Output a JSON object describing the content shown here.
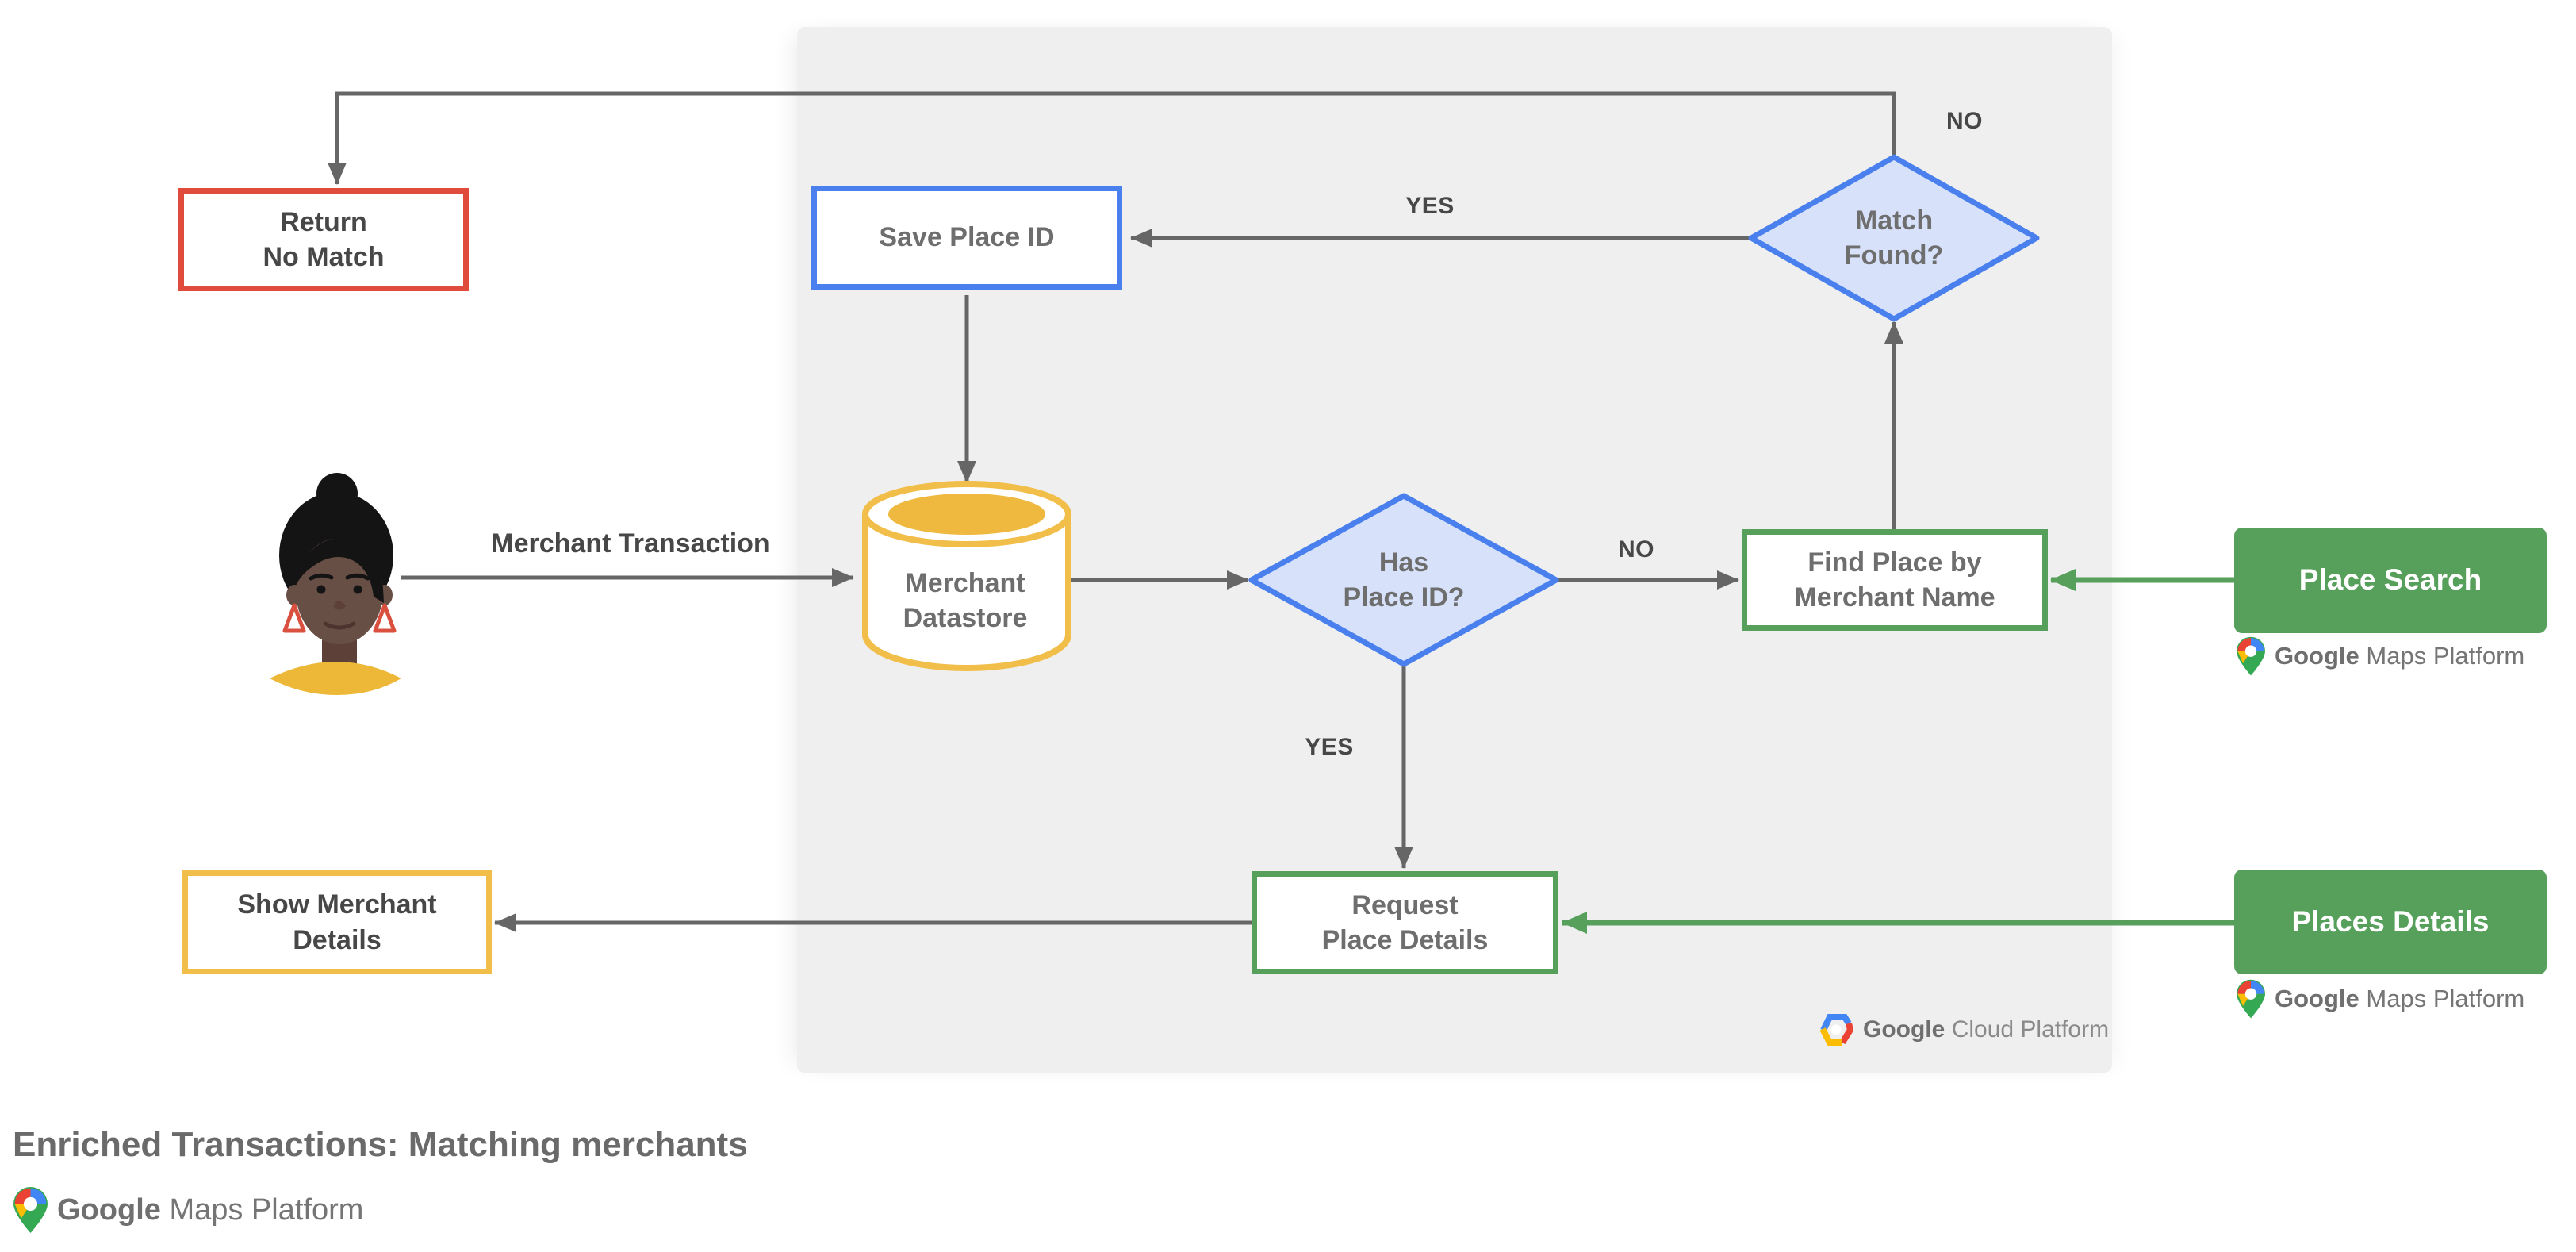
{
  "colors": {
    "red": "#E04B3B",
    "blue": "#4A80ED",
    "blue_fill": "#D7E1FA",
    "yellow": "#F2BE4A",
    "yellow_fill": "#EFB93F",
    "green": "#57A05C",
    "arrow_gray": "#666666",
    "panel_bg": "#EFEFEF",
    "text_dark": "#474747",
    "text_gray": "#6E6E6E"
  },
  "nodes": {
    "return_no_match": {
      "line1": "Return",
      "line2": "No Match"
    },
    "save_place_id": {
      "label": "Save Place ID"
    },
    "match_found": {
      "line1": "Match",
      "line2": "Found?"
    },
    "merchant_datastore": {
      "line1": "Merchant",
      "line2": "Datastore"
    },
    "has_place_id": {
      "line1": "Has",
      "line2": "Place ID?"
    },
    "find_place_by_merchant_name": {
      "line1": "Find Place by",
      "line2": "Merchant Name"
    },
    "place_search": {
      "label": "Place Search"
    },
    "request_place_details": {
      "line1": "Request",
      "line2": "Place Details"
    },
    "places_details": {
      "label": "Places Details"
    },
    "show_merchant_details": {
      "line1": "Show Merchant",
      "line2": "Details"
    }
  },
  "edge_labels": {
    "merchant_transaction": "Merchant Transaction",
    "yes_top": "YES",
    "no_top": "NO",
    "no_mid": "NO",
    "yes_mid": "YES"
  },
  "logos": {
    "google_cloud_platform": {
      "google": "Google",
      "product": "Cloud Platform"
    },
    "google_maps_platform": {
      "google": "Google",
      "product": "Maps Platform"
    }
  },
  "caption": {
    "title": "Enriched Transactions: Matching merchants"
  }
}
